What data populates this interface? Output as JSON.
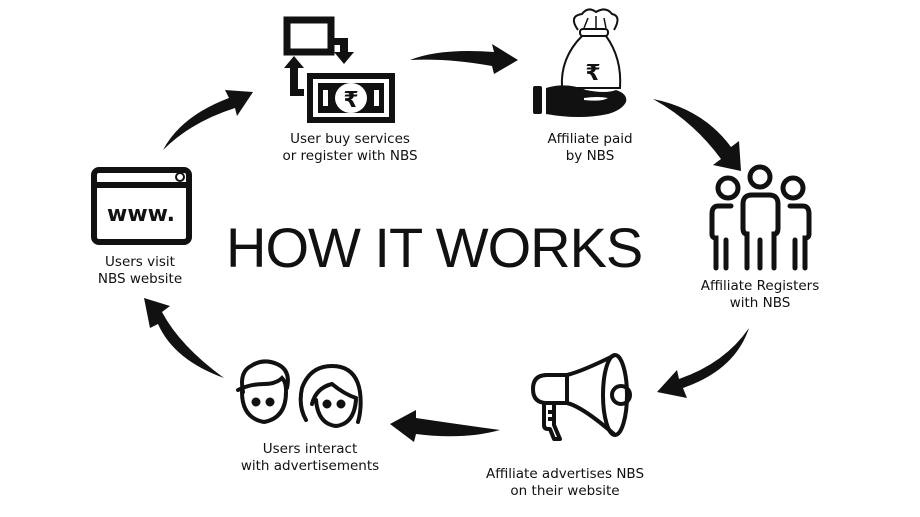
{
  "diagram": {
    "title": "HOW IT WORKS",
    "type": "cycle",
    "steps": [
      {
        "id": "user-buy",
        "icon": "money-transfer-icon",
        "lines": [
          "User buy services",
          "or register with NBS"
        ]
      },
      {
        "id": "affiliate-paid",
        "icon": "money-bag-hand-icon",
        "lines": [
          "Affiliate paid",
          "by  NBS"
        ]
      },
      {
        "id": "affiliate-registers",
        "icon": "group-people-icon",
        "lines": [
          "Affiliate Registers",
          "with NBS"
        ]
      },
      {
        "id": "affiliate-advertises",
        "icon": "megaphone-icon",
        "lines": [
          "Affiliate advertises NBS",
          "on their website"
        ]
      },
      {
        "id": "users-interact",
        "icon": "users-faces-icon",
        "lines": [
          "Users interact",
          "with advertisements"
        ]
      },
      {
        "id": "users-visit",
        "icon": "browser-www-icon",
        "lines": [
          "Users visit",
          "NBS website"
        ]
      }
    ],
    "flow_direction": "clockwise",
    "icon_text": {
      "www": "www.",
      "currency": "₹"
    },
    "colors": {
      "ink": "#111111",
      "background": "#ffffff"
    }
  }
}
